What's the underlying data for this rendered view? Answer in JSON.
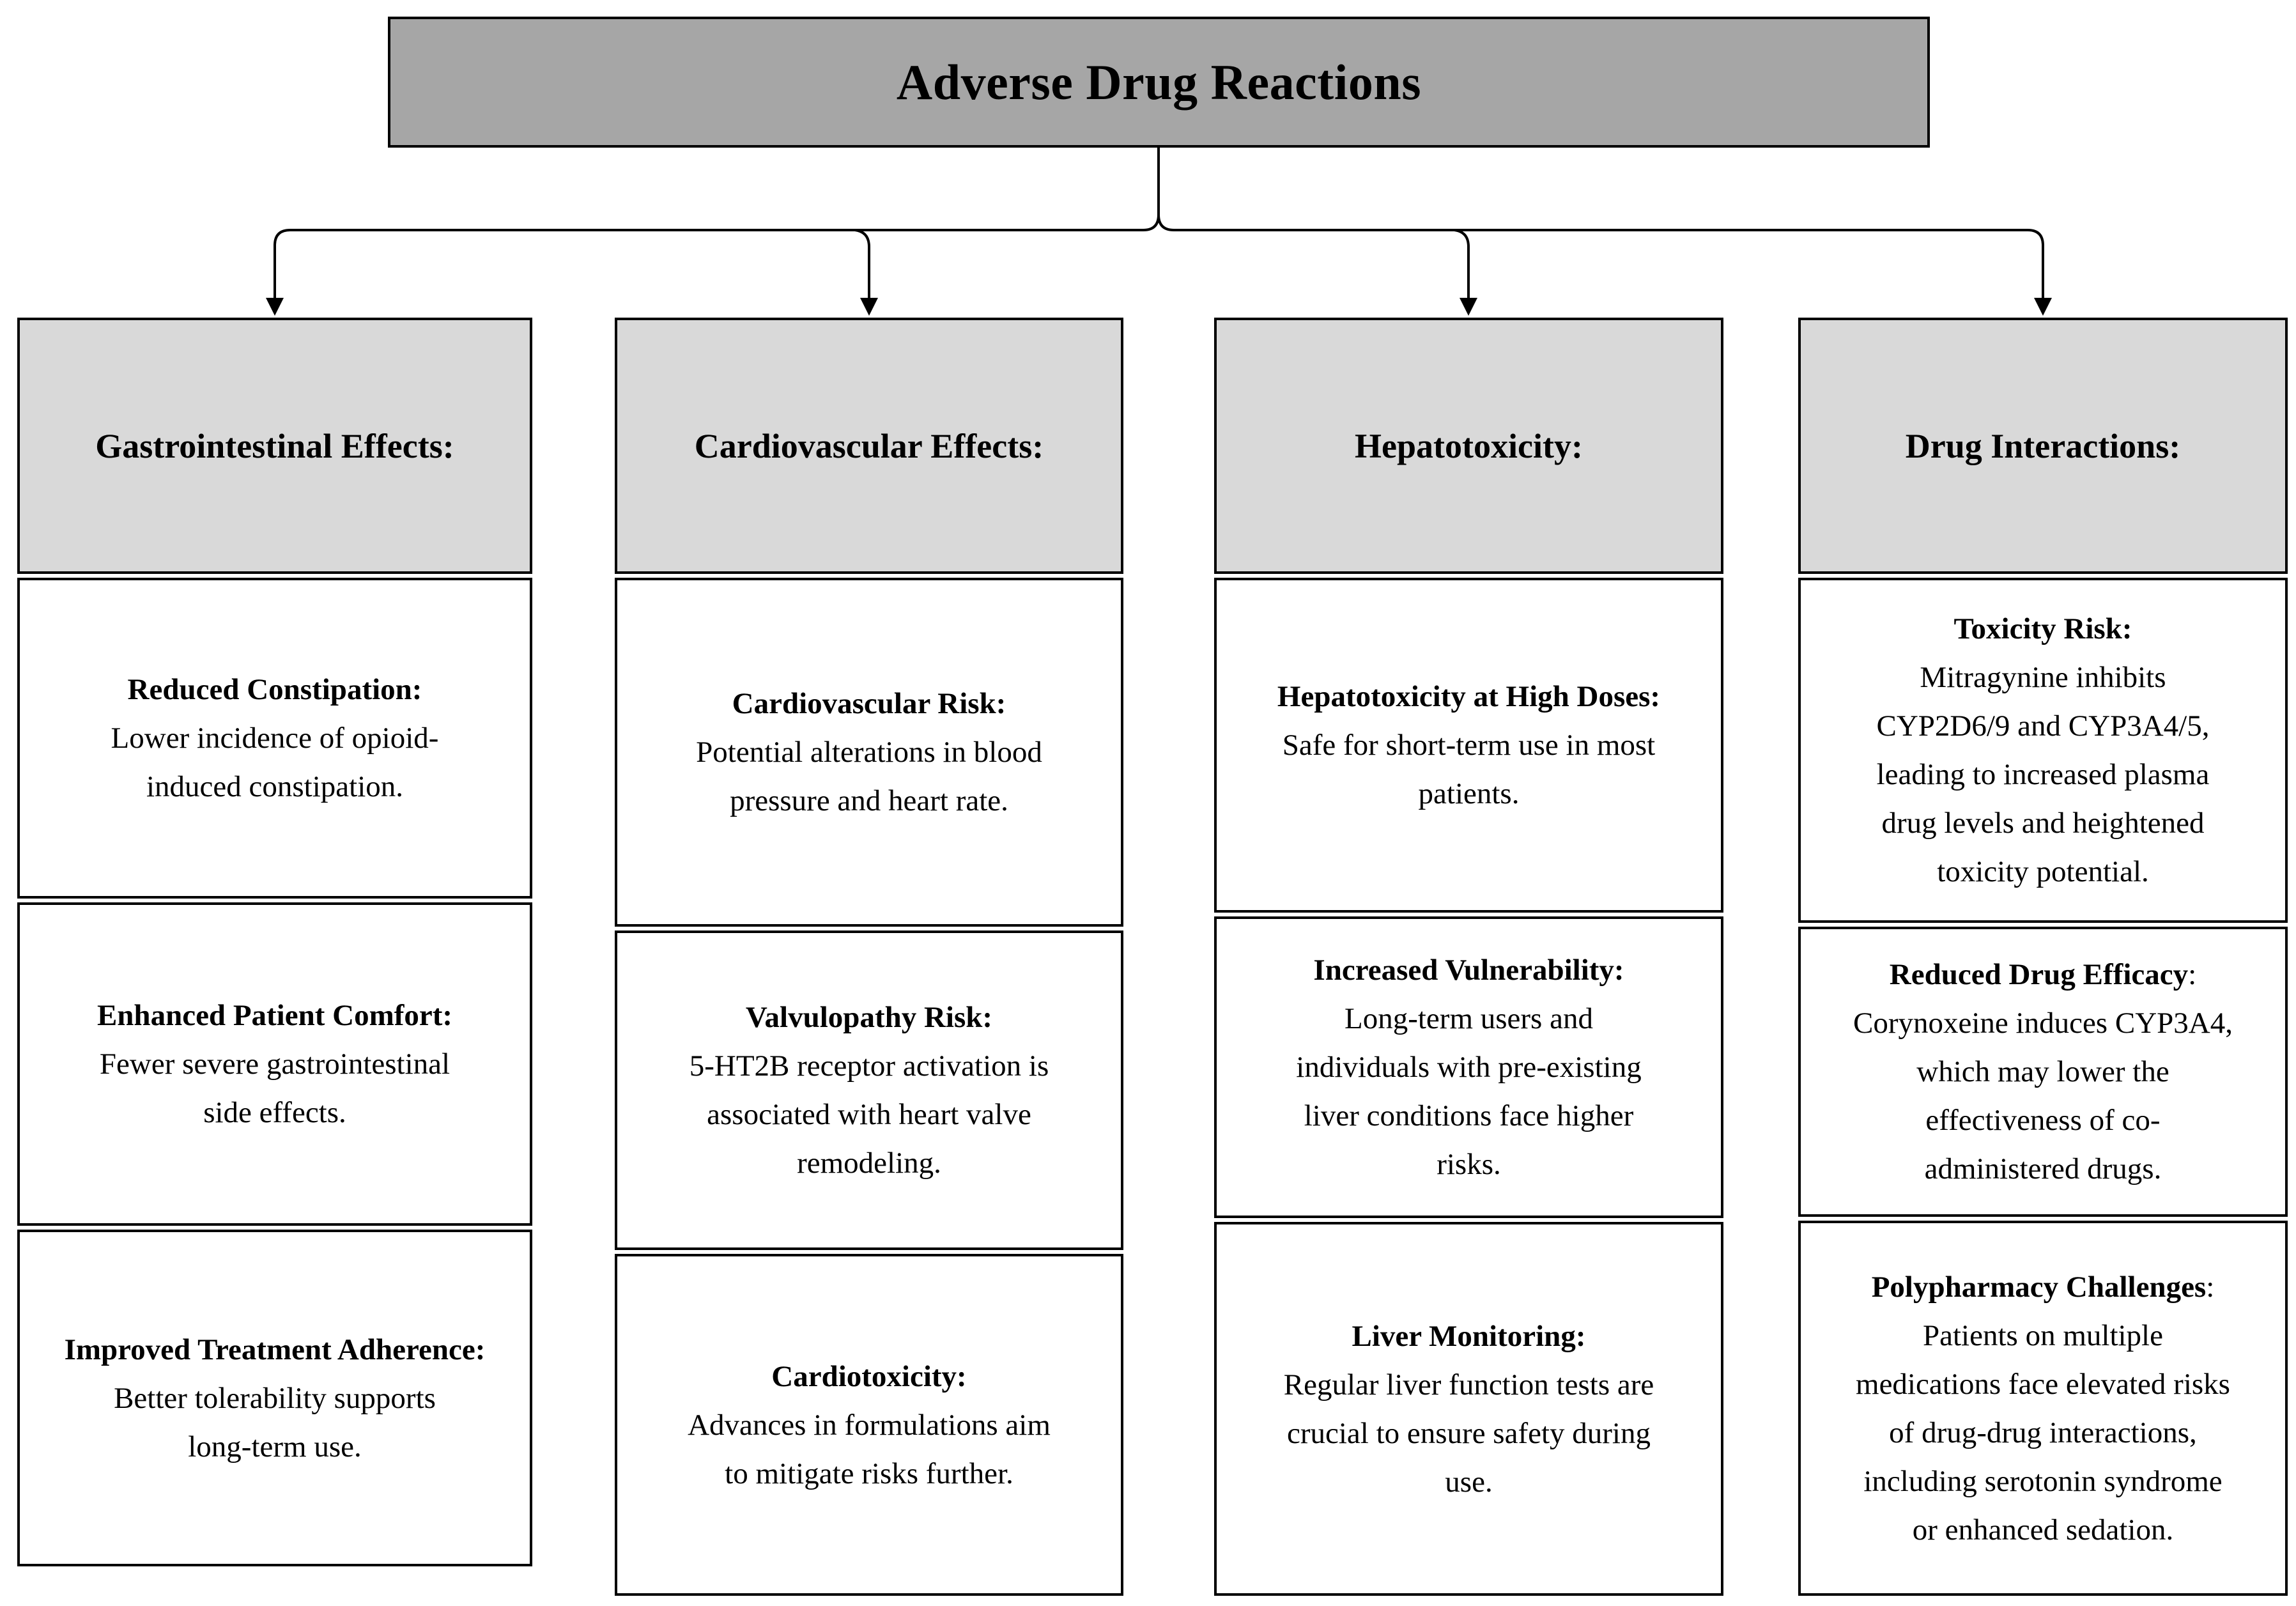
{
  "title": "Adverse Drug Reactions",
  "colors": {
    "title_fill": "#a6a6a6",
    "header_fill": "#d9d9d9",
    "border": "#000000",
    "background": "#ffffff",
    "text": "#000000"
  },
  "columns": [
    {
      "header": "Gastrointestinal Effects:",
      "cells": [
        {
          "title": "Reduced Constipation:",
          "title_tail": "",
          "body": "Lower incidence of opioid-\ninduced constipation."
        },
        {
          "title": "Enhanced Patient Comfort:",
          "title_tail": "",
          "body": "Fewer severe gastrointestinal\nside effects."
        },
        {
          "title": "Improved Treatment Adherence:",
          "title_tail": "",
          "body": "Better tolerability supports\nlong-term use."
        }
      ]
    },
    {
      "header": "Cardiovascular Effects:",
      "cells": [
        {
          "title": "Cardiovascular Risk:",
          "title_tail": "",
          "body": "Potential alterations in blood\npressure and heart rate."
        },
        {
          "title": "Valvulopathy Risk:",
          "title_tail": "",
          "body": "5-HT2B receptor activation is\nassociated with heart valve\nremodeling."
        },
        {
          "title": "Cardiotoxicity:",
          "title_tail": "",
          "body": "Advances in formulations aim\nto mitigate risks further."
        }
      ]
    },
    {
      "header": "Hepatotoxicity:",
      "cells": [
        {
          "title": "Hepatotoxicity at High Doses:",
          "title_tail": "",
          "body": "Safe for short-term use in most\npatients."
        },
        {
          "title": "Increased Vulnerability:",
          "title_tail": "",
          "body": "Long-term users and\nindividuals with pre-existing\nliver conditions face higher\nrisks."
        },
        {
          "title": "Liver Monitoring:",
          "title_tail": "",
          "body": "Regular liver function tests are\ncrucial to ensure safety during\nuse."
        }
      ]
    },
    {
      "header": "Drug Interactions:",
      "cells": [
        {
          "title": "Toxicity Risk:",
          "title_tail": "",
          "body": "Mitragynine inhibits\nCYP2D6/9 and CYP3A4/5,\nleading to increased plasma\ndrug levels and heightened\ntoxicity potential."
        },
        {
          "title": "Reduced Drug Efficacy",
          "title_tail": ":",
          "body": "Corynoxeine induces CYP3A4,\nwhich may lower the\neffectiveness of co-\nadministered drugs."
        },
        {
          "title": "Polypharmacy Challenges",
          "title_tail": ":",
          "body": "Patients on multiple\nmedications face elevated risks\nof drug-drug interactions,\nincluding serotonin syndrome\nor enhanced sedation."
        }
      ]
    }
  ]
}
